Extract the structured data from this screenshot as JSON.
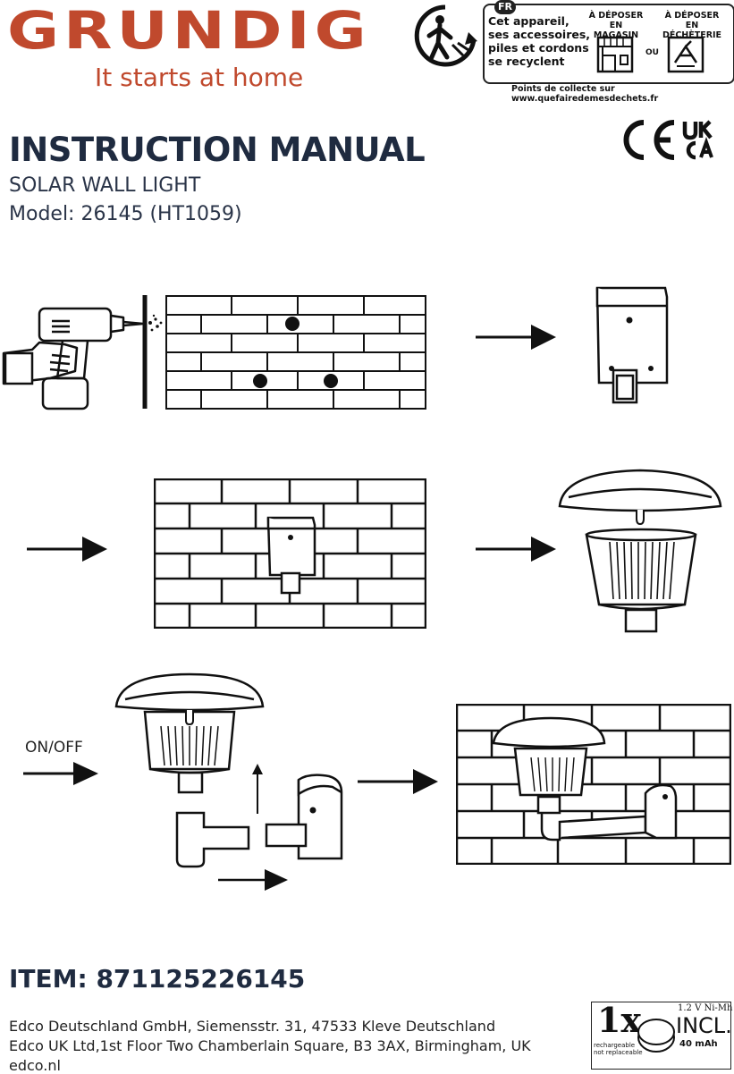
{
  "brand": {
    "logo": "GRUNDIG",
    "tagline": "It starts at home",
    "color": "#c0492d"
  },
  "recycling": {
    "country_badge": "FR",
    "text_lines": [
      "Cet appareil,",
      "ses accessoires,",
      "piles et cordons",
      "se recyclent"
    ],
    "store_label": [
      "À DÉPOSER",
      "EN MAGASIN"
    ],
    "or_label": "OU",
    "center_label": [
      "À DÉPOSER",
      "EN DÉCHÈTERIE"
    ],
    "footer": "Points de collecte sur www.quefairedemesdechets.fr"
  },
  "marks": [
    "CE",
    "UKCA"
  ],
  "document": {
    "title": "INSTRUCTION MANUAL",
    "subtitle": "SOLAR WALL LIGHT",
    "model": "Model: 26145 (HT1059)"
  },
  "steps": {
    "onoff_label": "ON/OFF"
  },
  "item": "ITEM: 871125226145",
  "addresses": [
    "Edco Deutschland GmbH, Siemensstr. 31, 47533  Kleve Deutschland",
    "Edco UK Ltd,1st Floor Two Chamberlain Square, B3 3AX, Birmingham, UK",
    "edco.nl"
  ],
  "battery": {
    "quantity": "1x",
    "note": [
      "rechargeable",
      "not replaceable"
    ],
    "spec": "1.2 V  Ni-Mh",
    "included": "INCL.",
    "capacity": "40 mAh"
  }
}
